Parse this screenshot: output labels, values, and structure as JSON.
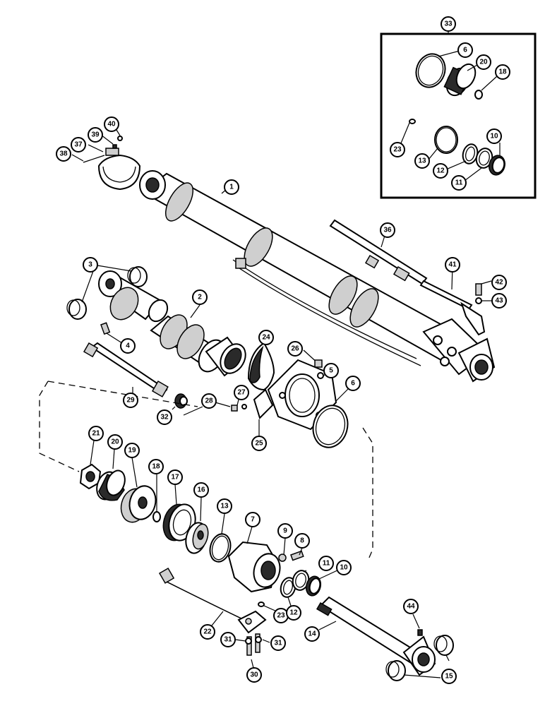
{
  "callouts": [
    "1",
    "2",
    "3",
    "4",
    "5",
    "6",
    "7",
    "8",
    "9",
    "10",
    "11",
    "12",
    "13",
    "14",
    "15",
    "16",
    "17",
    "18",
    "19",
    "20",
    "21",
    "22",
    "23",
    "24",
    "25",
    "26",
    "27",
    "28",
    "29",
    "30",
    "31",
    "32",
    "33",
    "36",
    "37",
    "38",
    "39",
    "40",
    "41",
    "42",
    "43",
    "44"
  ],
  "kit_box": {
    "label": "33",
    "callouts": [
      "6",
      "20",
      "18",
      "23",
      "13",
      "12",
      "11",
      "10"
    ]
  },
  "colors": {
    "ink": "#000000",
    "paper": "#ffffff"
  }
}
